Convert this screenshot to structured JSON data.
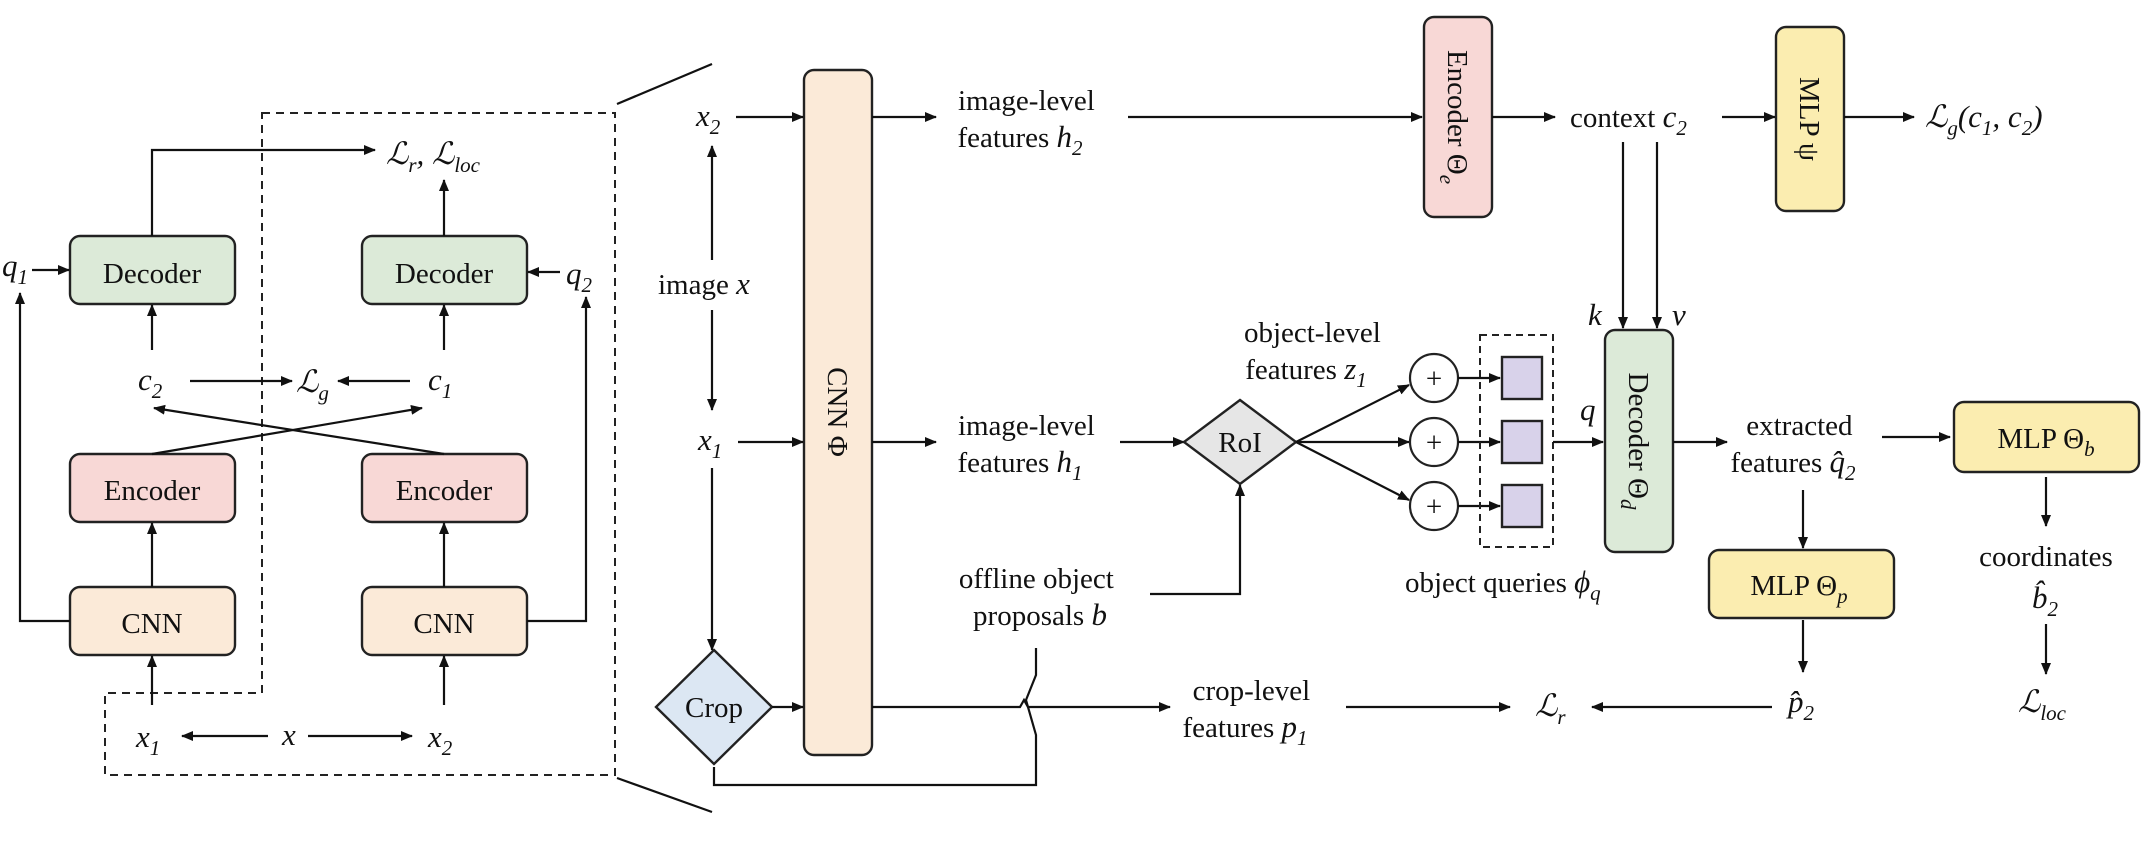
{
  "colors": {
    "decoder": "#dcead8",
    "encoder": "#f8d8d6",
    "cnn": "#fbead8",
    "mlp": "#fbedb0",
    "crop": "#dce7f3",
    "roi": "#e6e6e6",
    "query": "#d8d2ea"
  },
  "left": {
    "decoder_label": "Decoder",
    "encoder_label": "Encoder",
    "cnn_label": "CNN",
    "q1": "q",
    "q1_sub": "1",
    "q2": "q",
    "q2_sub": "2",
    "c1": "c",
    "c1_sub": "1",
    "c2": "c",
    "c2_sub": "2",
    "lg": "ℒ",
    "lg_sub": "g",
    "loss_top": "ℒ",
    "loss_top_sub1": "r",
    "loss_top_sep": ", ℒ",
    "loss_top_sub2": "loc",
    "x": "x",
    "x1": "x",
    "x1_sub": "1",
    "x2": "x",
    "x2_sub": "2"
  },
  "right": {
    "x2": "x",
    "x2_sub": "2",
    "x1": "x",
    "x1_sub": "1",
    "image_label": "image ",
    "image_sym": "x",
    "crop_label": "Crop",
    "cnn_label": "CNN Φ",
    "img_feat_2_line1": "image-level",
    "img_feat_2_line2": "features ",
    "h2": "h",
    "h2_sub": "2",
    "img_feat_1_line1": "image-level",
    "img_feat_1_line2": "features ",
    "h1": "h",
    "h1_sub": "1",
    "proposals_line1": "offline object",
    "proposals_line2": "proposals ",
    "proposals_sym": "b",
    "crop_feat_line1": "crop-level",
    "crop_feat_line2": "features ",
    "p1": "p",
    "p1_sub": "1",
    "encoder_label": "Encoder Θ",
    "encoder_sub": "e",
    "context_label": "context ",
    "c2": "c",
    "c2_sub": "2",
    "mlp_psi": "MLP ψ",
    "lg_out": "ℒ",
    "lg_out_sub": "g",
    "lg_out_args": "(c",
    "lg_out_a1": "1",
    "lg_out_mid": ", c",
    "lg_out_a2": "2",
    "lg_out_close": ")",
    "roi_label": "RoI",
    "obj_feat_line1": "object-level",
    "obj_feat_line2": "features ",
    "z1": "z",
    "z1_sub": "1",
    "plus": "+",
    "queries_label": "object queries ",
    "phi": "ϕ",
    "phi_sub": "q",
    "k": "k",
    "v": "v",
    "q": "q",
    "decoder_label": "Decoder Θ",
    "decoder_sub": "d",
    "extracted_line1": "extracted",
    "extracted_line2": "features ",
    "q2hat": "q̂",
    "q2hat_sub": "2",
    "mlp_b": "MLP Θ",
    "mlp_b_sub": "b",
    "mlp_p": "MLP Θ",
    "mlp_p_sub": "p",
    "coords_line1": "coordinates",
    "b2hat": "b̂",
    "b2hat_sub": "2",
    "p2hat": "p̂",
    "p2hat_sub": "2",
    "lr": "ℒ",
    "lr_sub": "r",
    "lloc": "ℒ",
    "lloc_sub": "loc"
  }
}
